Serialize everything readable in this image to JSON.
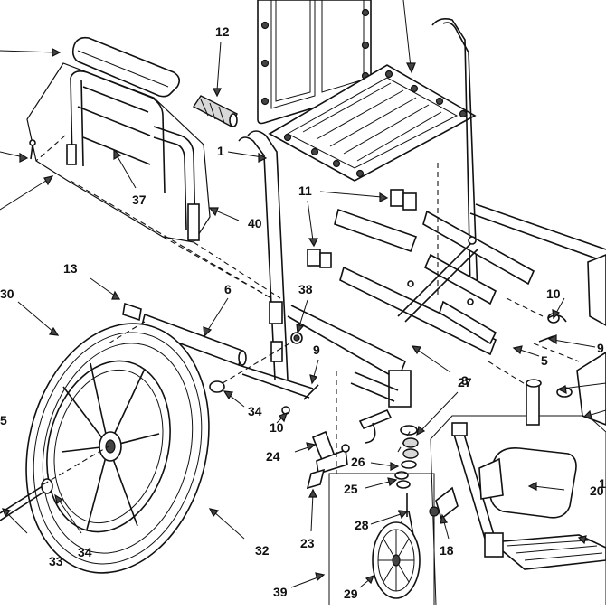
{
  "diagram": {
    "callouts": [
      {
        "id": "c12",
        "label": "12"
      },
      {
        "id": "c1",
        "label": "1"
      },
      {
        "id": "c11",
        "label": "11"
      },
      {
        "id": "c37",
        "label": "37"
      },
      {
        "id": "c40",
        "label": "40"
      },
      {
        "id": "c13",
        "label": "13"
      },
      {
        "id": "c6",
        "label": "6"
      },
      {
        "id": "c38",
        "label": "38"
      },
      {
        "id": "c30",
        "label": "30"
      },
      {
        "id": "c10a",
        "label": "10"
      },
      {
        "id": "c9a",
        "label": "9"
      },
      {
        "id": "c34a",
        "label": "34"
      },
      {
        "id": "c10b",
        "label": "10"
      },
      {
        "id": "c3",
        "label": "3"
      },
      {
        "id": "c9b",
        "label": "9"
      },
      {
        "id": "c5b",
        "label": "5"
      },
      {
        "id": "c27",
        "label": "27"
      },
      {
        "id": "c24",
        "label": "24"
      },
      {
        "id": "c26",
        "label": "26"
      },
      {
        "id": "c25",
        "label": "25"
      },
      {
        "id": "c28",
        "label": "28"
      },
      {
        "id": "c20",
        "label": "20"
      },
      {
        "id": "c18",
        "label": "18"
      },
      {
        "id": "c23",
        "label": "23"
      },
      {
        "id": "c5a",
        "label": "5"
      },
      {
        "id": "c33",
        "label": "33"
      },
      {
        "id": "c34b",
        "label": "34"
      },
      {
        "id": "c32",
        "label": "32"
      },
      {
        "id": "c39",
        "label": "39"
      },
      {
        "id": "c29",
        "label": "29"
      },
      {
        "id": "c1b",
        "label": "1"
      }
    ]
  }
}
